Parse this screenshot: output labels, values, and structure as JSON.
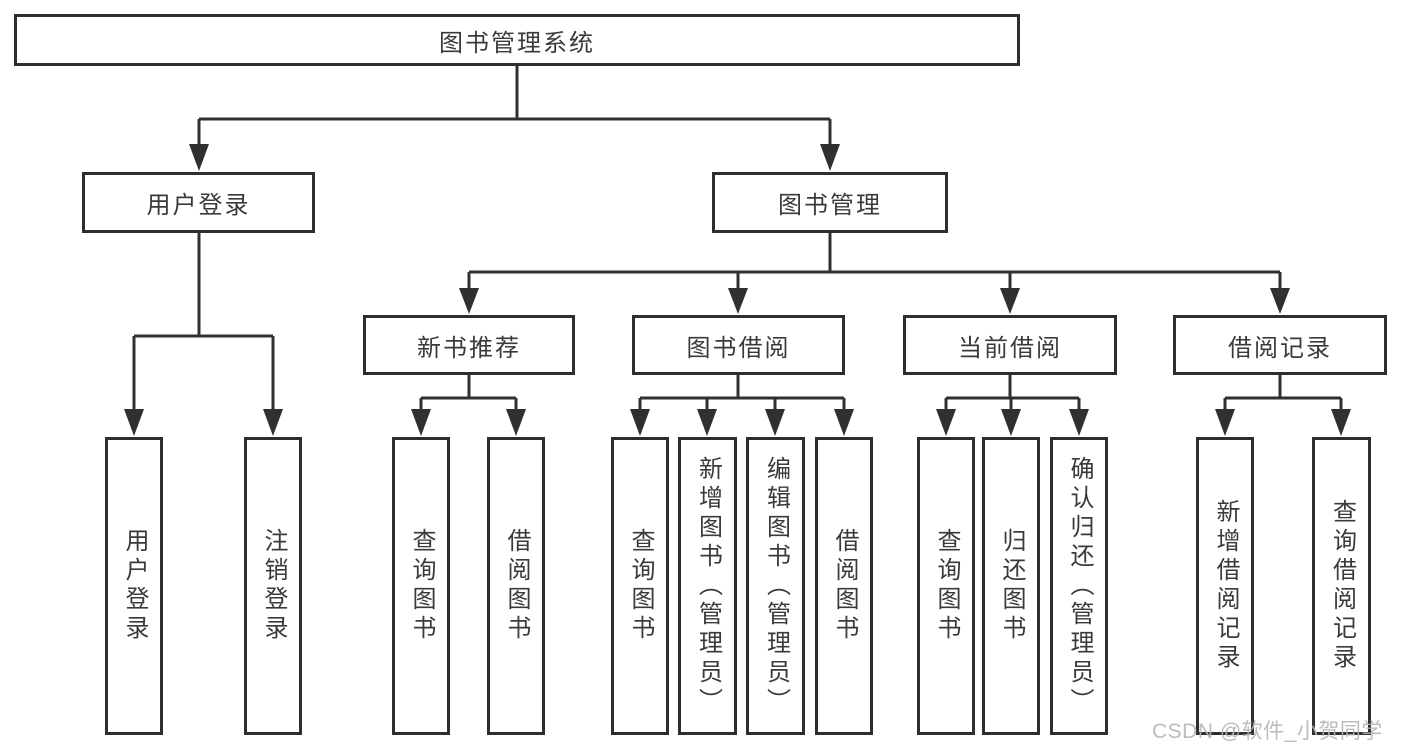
{
  "tree": {
    "root": "图书管理系统",
    "branches": [
      {
        "label": "用户登录",
        "children": [
          "用户登录",
          "注销登录"
        ]
      },
      {
        "label": "图书管理",
        "sections": [
          {
            "label": "新书推荐",
            "children": [
              "查询图书",
              "借阅图书"
            ]
          },
          {
            "label": "图书借阅",
            "children": [
              "查询图书",
              "新增图书（管理员）",
              "编辑图书（管理员）",
              "借阅图书"
            ]
          },
          {
            "label": "当前借阅",
            "children": [
              "查询图书",
              "归还图书",
              "确认归还（管理员）"
            ]
          },
          {
            "label": "借阅记录",
            "children": [
              "新增借阅记录",
              "查询借阅记录"
            ]
          }
        ]
      }
    ]
  },
  "watermark": {
    "text": "CSDN @软件_小贺同学"
  },
  "colors": {
    "line": "#303030",
    "border": "#2e2e2e",
    "text": "#3a3a3a",
    "background": "#ffffff",
    "watermark": "#b5b5b5"
  }
}
